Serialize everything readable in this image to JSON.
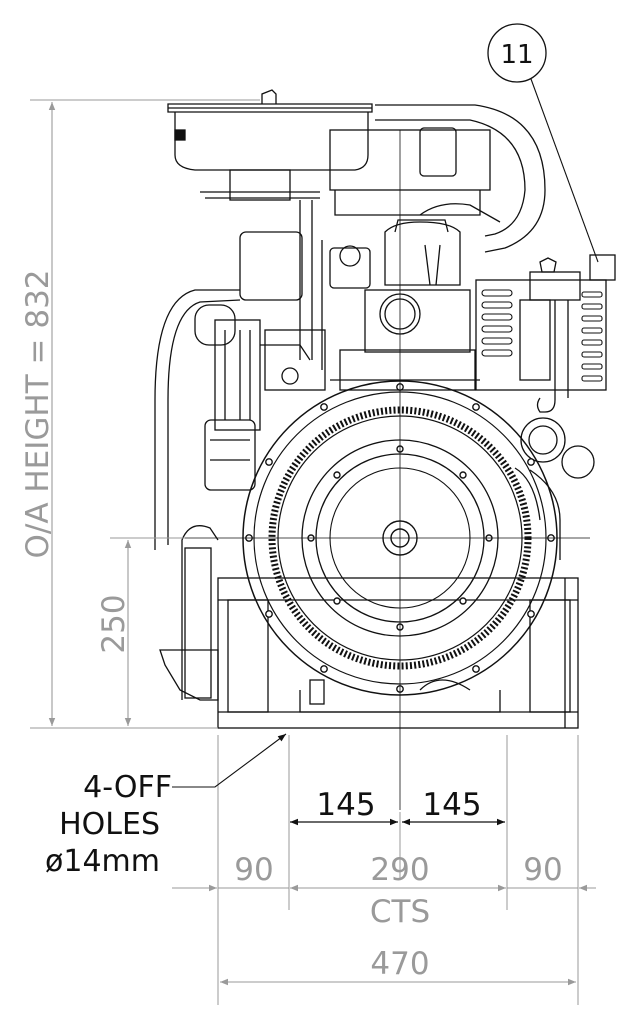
{
  "balloon": {
    "label": "11"
  },
  "dimensions": {
    "overall_height": "O/A HEIGHT = 832",
    "shaft_height": "250",
    "half_left": "145",
    "half_right": "145",
    "edge_left": "90",
    "centres": "290",
    "edge_right": "90",
    "cts": "CTS",
    "overall_width": "470"
  },
  "holes_note": {
    "line1": "4-OFF",
    "line2": "HOLES",
    "line3": "ø14mm"
  },
  "colors": {
    "dimension": "#9a9a9a",
    "drawing": "#111111"
  }
}
